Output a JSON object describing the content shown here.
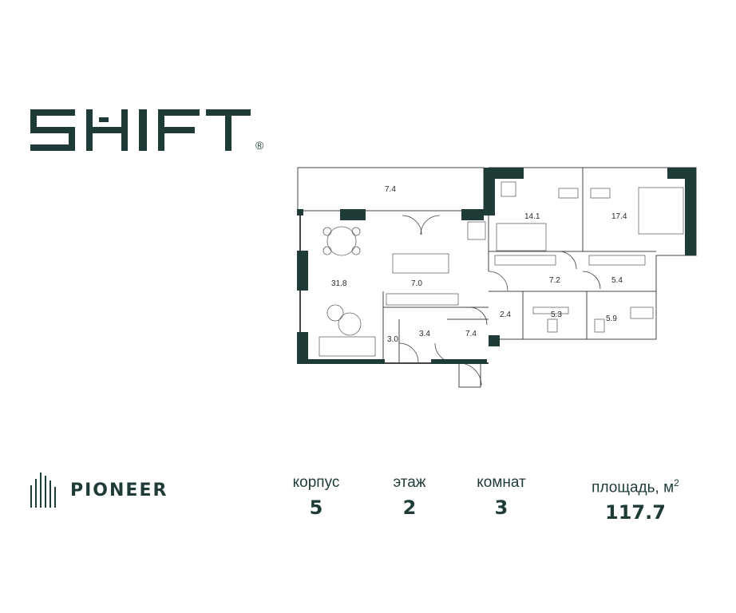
{
  "brand": {
    "logo_text": "SHIFT",
    "registered_mark": "®"
  },
  "developer": {
    "name": "PIONEER"
  },
  "rooms": [
    {
      "id": "balcony",
      "area": "7.4"
    },
    {
      "id": "bedroom-1",
      "area": "14.1"
    },
    {
      "id": "bedroom-2",
      "area": "17.4"
    },
    {
      "id": "living",
      "area": "31.8"
    },
    {
      "id": "kitchen",
      "area": "7.0"
    },
    {
      "id": "hall-1",
      "area": "7.2"
    },
    {
      "id": "hall-2",
      "area": "5.4"
    },
    {
      "id": "wc-small",
      "area": "2.4"
    },
    {
      "id": "bath-1",
      "area": "5.3"
    },
    {
      "id": "bath-2",
      "area": "5.9"
    },
    {
      "id": "storage-1",
      "area": "3.0"
    },
    {
      "id": "storage-2",
      "area": "3.4"
    },
    {
      "id": "entrance",
      "area": "7.4"
    }
  ],
  "info": {
    "building_label": "корпус",
    "building_value": "5",
    "floor_label": "этаж",
    "floor_value": "2",
    "rooms_label": "комнат",
    "rooms_value": "3",
    "area_label": "площадь, м",
    "area_unit_sup": "2",
    "area_value": "117.7"
  }
}
